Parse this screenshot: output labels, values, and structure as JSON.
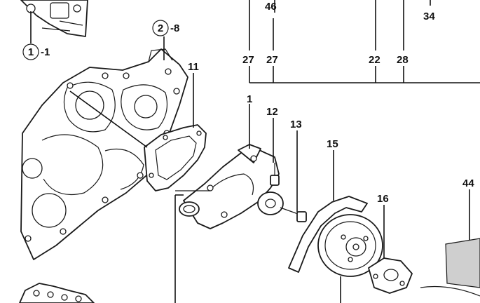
{
  "callouts": {
    "c46": "46",
    "c34": "34",
    "c27a": "27",
    "c27b": "27",
    "c22": "22",
    "c28": "28",
    "circ1_num": "1",
    "circ1_suffix": "-1",
    "circ2_num": "2",
    "circ2_suffix": "-8",
    "c11": "11",
    "c1": "1",
    "c12": "12",
    "c13": "13",
    "c15": "15",
    "c16": "16",
    "c44": "44"
  }
}
